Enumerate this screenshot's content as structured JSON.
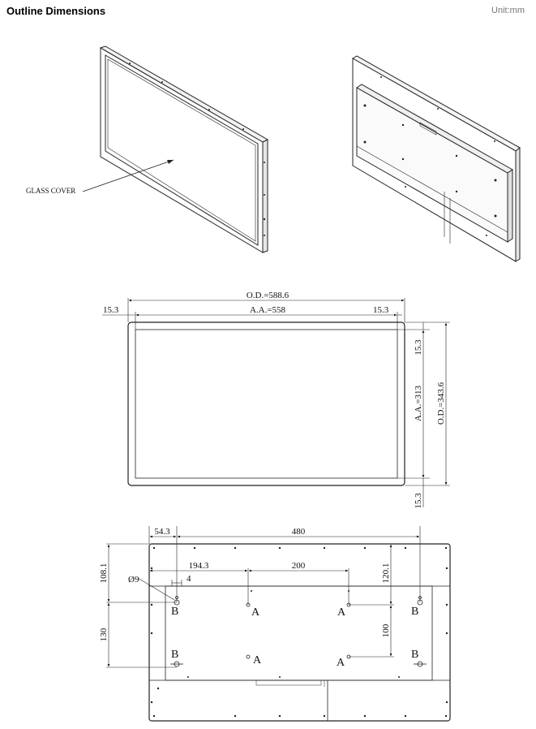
{
  "header": {
    "title": "Outline Dimensions",
    "unit": "Unit:mm"
  },
  "iso_views": {
    "glass_label": "GLASS COVER"
  },
  "front_view": {
    "od_width": "O.D.=588.6",
    "aa_width": "A.A.=558",
    "border_left": "15.3",
    "border_right": "15.3",
    "border_top": "15.3",
    "border_bottom": "15.3",
    "aa_height": "A.A.=313",
    "od_height": "O.D.=343.6"
  },
  "rear_view": {
    "dim_54_3": "54.3",
    "dim_480": "480",
    "dim_194_3": "194.3",
    "dim_200": "200",
    "dim_108_1": "108.1",
    "dim_120_1": "120.1",
    "dim_dia9": "Ø9",
    "dim_4": "4",
    "dim_130": "130",
    "dim_100": "100",
    "label_a": "A",
    "label_b": "B"
  }
}
